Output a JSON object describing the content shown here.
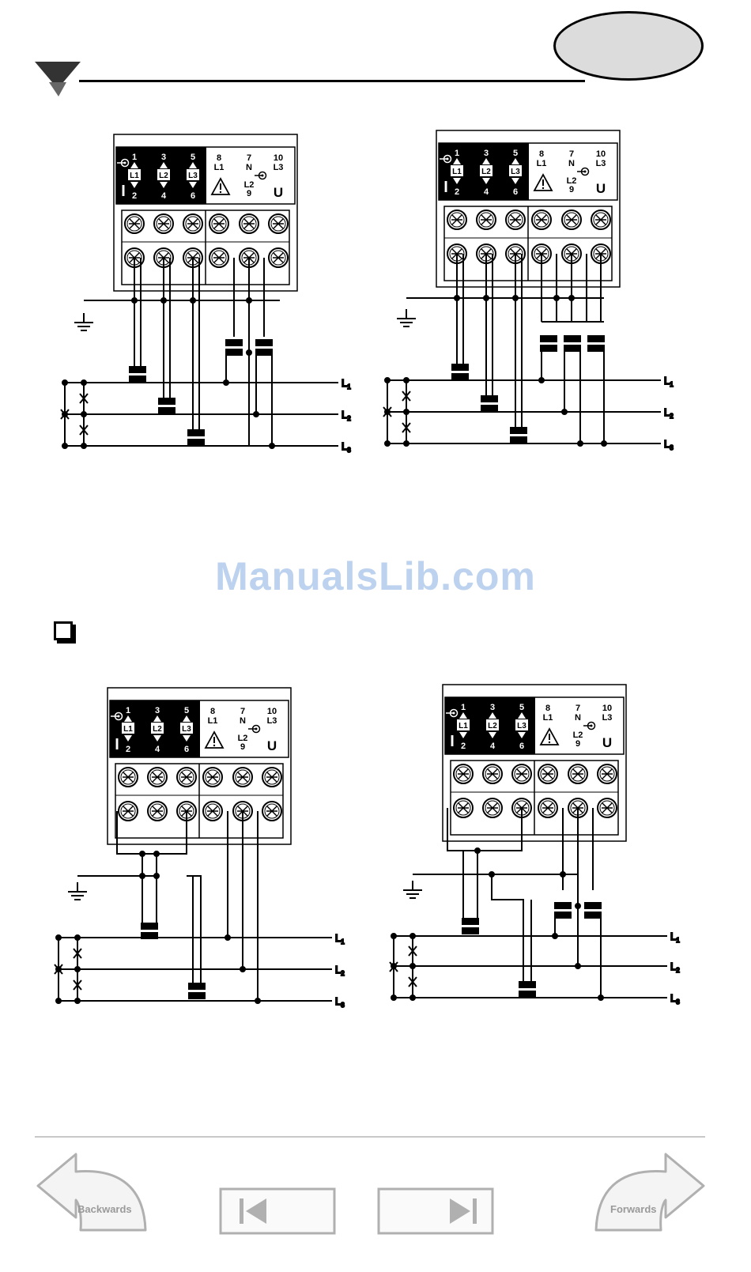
{
  "logo": {
    "icon": "company-logo-icon"
  },
  "watermark": {
    "text": "ManualsLib.com"
  },
  "terminal_labels": {
    "n1": "1",
    "n2": "2",
    "n3": "3",
    "n4": "4",
    "n5": "5",
    "n6": "6",
    "n7": "7",
    "n8": "8",
    "n9": "9",
    "n10": "10",
    "l1": "L1",
    "l2": "L2",
    "l3": "L3",
    "n": "N",
    "current": "I",
    "voltage": "U"
  },
  "lines": {
    "l1": "L",
    "l2": "L",
    "l3": "L",
    "s1": "1",
    "s2": "2",
    "s3": "3"
  },
  "navigation": {
    "back_label": "Backwards",
    "forward_label": "Forwards"
  },
  "colors": {
    "watermark": "#bcd2ee",
    "ellipse": "#dcdcdc",
    "nav_gray": "#b0b0b0"
  }
}
